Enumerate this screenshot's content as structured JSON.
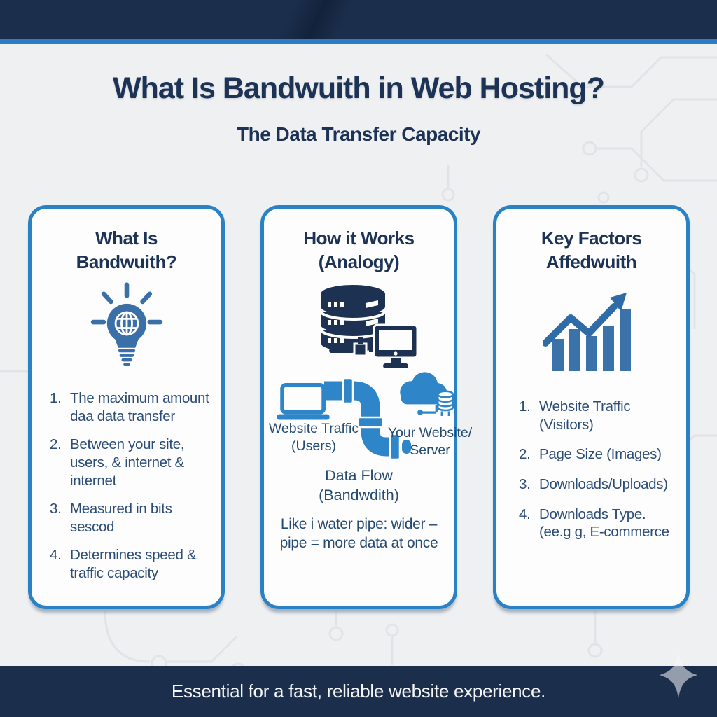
{
  "header": {
    "title": "What Is Bandwuith in Web Hosting?",
    "subtitle": "The Data Transfer Capacity"
  },
  "footer": {
    "text": "Essential for a fast, reliable website experience."
  },
  "colors": {
    "navy_band": "#1b2f4d",
    "accent_blue": "#2b7ec4",
    "card_border_blue": "#2a82c6",
    "icon_blue": "#2e86c9",
    "steel_blue": "#3a6fa8",
    "dark_icon_navy": "#1d3252",
    "title_text": "#1d3356",
    "body_text": "#2b4c76",
    "background": "#eff0f1",
    "card_background": "#fdfdfd"
  },
  "icons": {
    "card1": "lightbulb-globe-icon",
    "card2_top": "server-monitor-icon",
    "card2_left": "laptop-icon",
    "card2_middle": "water-pipe-icon",
    "card2_right": "cloud-database-icon",
    "card3": "bar-chart-growth-icon",
    "footer": "sparkle-star-icon",
    "background_motif": "circuit-board-pattern"
  },
  "cards": [
    {
      "title": "What Is\nBandwuith?",
      "items": [
        {
          "num": "1.",
          "text": "The maximum amount\ndaa data transfer"
        },
        {
          "num": "2.",
          "text": "Between your site,\nusers, & internet &\ninternet"
        },
        {
          "num": "3.",
          "text": "Measured in bits sescod"
        },
        {
          "num": "4.",
          "text": "Determines speed &\ntraffic capacity"
        }
      ]
    },
    {
      "title": "How it Works\n(Analogy)",
      "left_label": "Website Traffic\n(Users)",
      "right_label": "Your Website/\nServer",
      "flow_label": "Data Flow\n(Bandwdith)",
      "note": "Like i water pipe: wider –\npipe = more data at once"
    },
    {
      "title": "Key Factors\nAffedwuith",
      "items": [
        {
          "num": "1.",
          "text": "Website Traffic\n(Visitors)"
        },
        {
          "num": "2.",
          "text": "Page Size (Images)"
        },
        {
          "num": "3.",
          "text": "Downloads/Uploads)"
        },
        {
          "num": "4.",
          "text": "Downloads Type.\n(ee.g g, E-commerce"
        }
      ]
    }
  ]
}
